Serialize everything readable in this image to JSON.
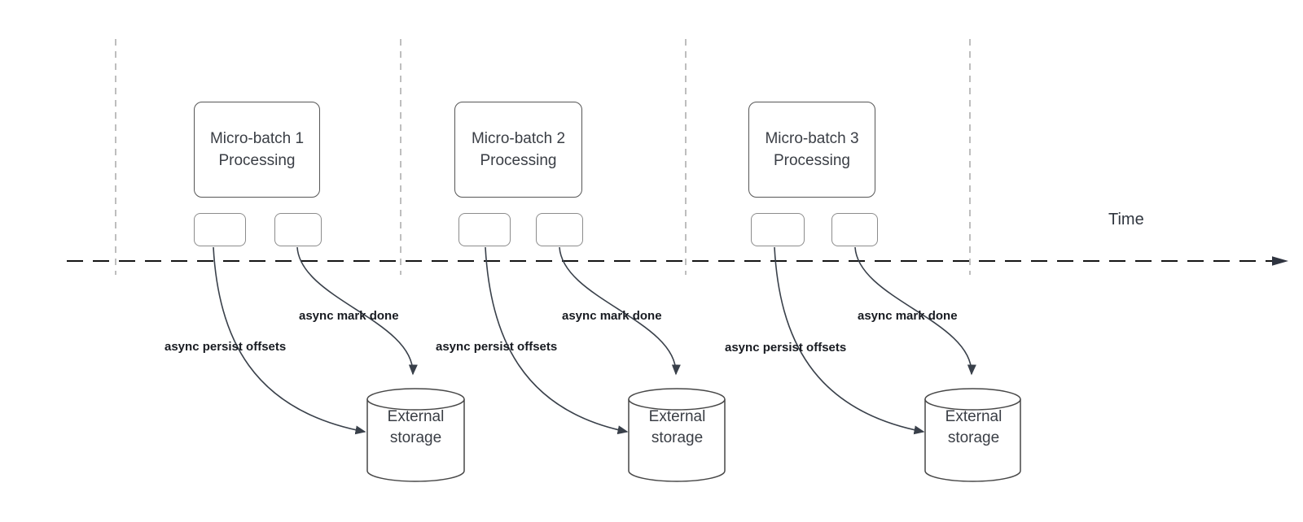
{
  "diagram": {
    "time_axis_label": "Time",
    "groups": [
      {
        "box_label": "Micro-batch 1\nProcessing",
        "persist_arrow_label": "async persist offsets",
        "mark_done_arrow_label": "async mark done",
        "storage_label": "External\nstorage"
      },
      {
        "box_label": "Micro-batch 2\nProcessing",
        "persist_arrow_label": "async persist offsets",
        "mark_done_arrow_label": "async mark done",
        "storage_label": "External\nstorage"
      },
      {
        "box_label": "Micro-batch 3\nProcessing",
        "persist_arrow_label": "async persist offsets",
        "mark_done_arrow_label": "async mark done",
        "storage_label": "External\nstorage"
      }
    ],
    "colors": {
      "background": "#ffffff",
      "processing_box_border": "#565656",
      "checkpoint_box_border": "#8c8c8c",
      "guide_line": "#a8a8a8",
      "time_axis_line": "#141414",
      "arrow_stroke": "#39404a",
      "shape_text": "#3a3e45",
      "arrow_label_text": "#181b21"
    }
  }
}
